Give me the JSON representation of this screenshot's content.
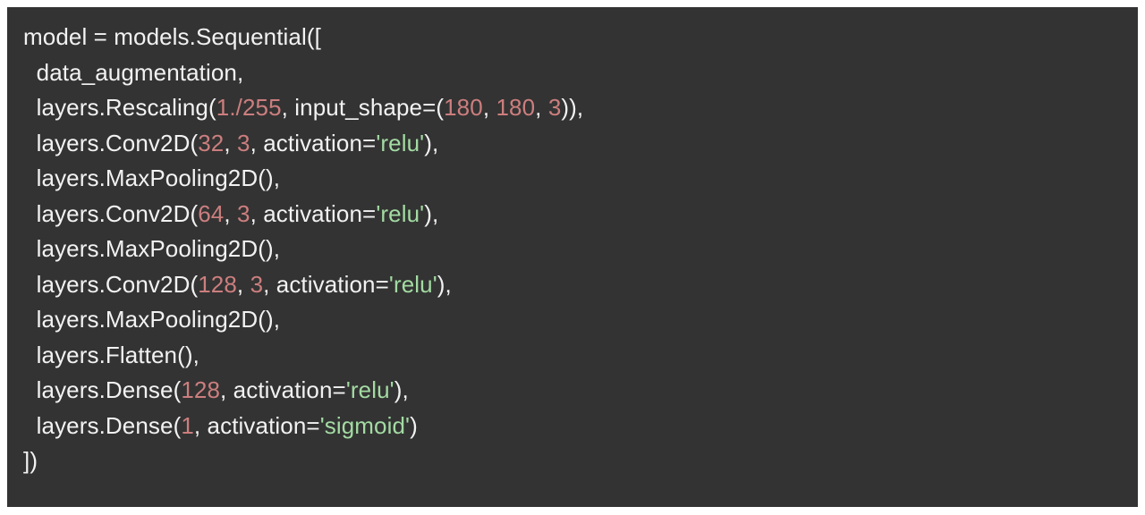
{
  "editor": {
    "theme_name": "dark-code-block",
    "background_color": "#333333",
    "page_background_color": "#ffffff",
    "plain_text_color": "#f2f2f2",
    "number_color": "#cc7e7e",
    "string_color": "#a3dba3",
    "language": "python",
    "line_count": 14
  },
  "code": {
    "lines": [
      {
        "index": 1,
        "indent": 0,
        "text": "model = models.Sequential([",
        "tokens": [
          {
            "t": "model = models.Sequential([",
            "k": "plain"
          }
        ]
      },
      {
        "index": 2,
        "indent": 2,
        "text": "  data_augmentation,",
        "tokens": [
          {
            "t": "  data_augmentation,",
            "k": "plain"
          }
        ]
      },
      {
        "index": 3,
        "indent": 2,
        "text": "  layers.Rescaling(1./255, input_shape=(180, 180, 3)),",
        "tokens": [
          {
            "t": "  layers.Rescaling(",
            "k": "plain"
          },
          {
            "t": "1./255",
            "k": "number"
          },
          {
            "t": ", input_shape=(",
            "k": "plain"
          },
          {
            "t": "180",
            "k": "number"
          },
          {
            "t": ", ",
            "k": "plain"
          },
          {
            "t": "180",
            "k": "number"
          },
          {
            "t": ", ",
            "k": "plain"
          },
          {
            "t": "3",
            "k": "number"
          },
          {
            "t": ")),",
            "k": "plain"
          }
        ]
      },
      {
        "index": 4,
        "indent": 2,
        "text": "  layers.Conv2D(32, 3, activation='relu'),",
        "tokens": [
          {
            "t": "  layers.Conv2D(",
            "k": "plain"
          },
          {
            "t": "32",
            "k": "number"
          },
          {
            "t": ", ",
            "k": "plain"
          },
          {
            "t": "3",
            "k": "number"
          },
          {
            "t": ", activation=",
            "k": "plain"
          },
          {
            "t": "'relu'",
            "k": "string"
          },
          {
            "t": "),",
            "k": "plain"
          }
        ]
      },
      {
        "index": 5,
        "indent": 2,
        "text": "  layers.MaxPooling2D(),",
        "tokens": [
          {
            "t": "  layers.MaxPooling2D(),",
            "k": "plain"
          }
        ]
      },
      {
        "index": 6,
        "indent": 2,
        "text": "  layers.Conv2D(64, 3, activation='relu'),",
        "tokens": [
          {
            "t": "  layers.Conv2D(",
            "k": "plain"
          },
          {
            "t": "64",
            "k": "number"
          },
          {
            "t": ", ",
            "k": "plain"
          },
          {
            "t": "3",
            "k": "number"
          },
          {
            "t": ", activation=",
            "k": "plain"
          },
          {
            "t": "'relu'",
            "k": "string"
          },
          {
            "t": "),",
            "k": "plain"
          }
        ]
      },
      {
        "index": 7,
        "indent": 2,
        "text": "  layers.MaxPooling2D(),",
        "tokens": [
          {
            "t": "  layers.MaxPooling2D(),",
            "k": "plain"
          }
        ]
      },
      {
        "index": 8,
        "indent": 2,
        "text": "  layers.Conv2D(128, 3, activation='relu'),",
        "tokens": [
          {
            "t": "  layers.Conv2D(",
            "k": "plain"
          },
          {
            "t": "128",
            "k": "number"
          },
          {
            "t": ", ",
            "k": "plain"
          },
          {
            "t": "3",
            "k": "number"
          },
          {
            "t": ", activation=",
            "k": "plain"
          },
          {
            "t": "'relu'",
            "k": "string"
          },
          {
            "t": "),",
            "k": "plain"
          }
        ]
      },
      {
        "index": 9,
        "indent": 2,
        "text": "  layers.MaxPooling2D(),",
        "tokens": [
          {
            "t": "  layers.MaxPooling2D(),",
            "k": "plain"
          }
        ]
      },
      {
        "index": 10,
        "indent": 2,
        "text": "  layers.Flatten(),",
        "tokens": [
          {
            "t": "  layers.Flatten(),",
            "k": "plain"
          }
        ]
      },
      {
        "index": 11,
        "indent": 2,
        "text": "  layers.Dense(128, activation='relu'),",
        "tokens": [
          {
            "t": "  layers.Dense(",
            "k": "plain"
          },
          {
            "t": "128",
            "k": "number"
          },
          {
            "t": ", activation=",
            "k": "plain"
          },
          {
            "t": "'relu'",
            "k": "string"
          },
          {
            "t": "),",
            "k": "plain"
          }
        ]
      },
      {
        "index": 12,
        "indent": 2,
        "text": "  layers.Dense(1, activation='sigmoid')",
        "tokens": [
          {
            "t": "  layers.Dense(",
            "k": "plain"
          },
          {
            "t": "1",
            "k": "number"
          },
          {
            "t": ", activation=",
            "k": "plain"
          },
          {
            "t": "'sigmoid'",
            "k": "string"
          },
          {
            "t": ")",
            "k": "plain"
          }
        ]
      },
      {
        "index": 13,
        "indent": 0,
        "text": "])",
        "tokens": [
          {
            "t": "])",
            "k": "plain"
          }
        ]
      },
      {
        "index": 14,
        "indent": 0,
        "text": "",
        "tokens": []
      }
    ]
  }
}
